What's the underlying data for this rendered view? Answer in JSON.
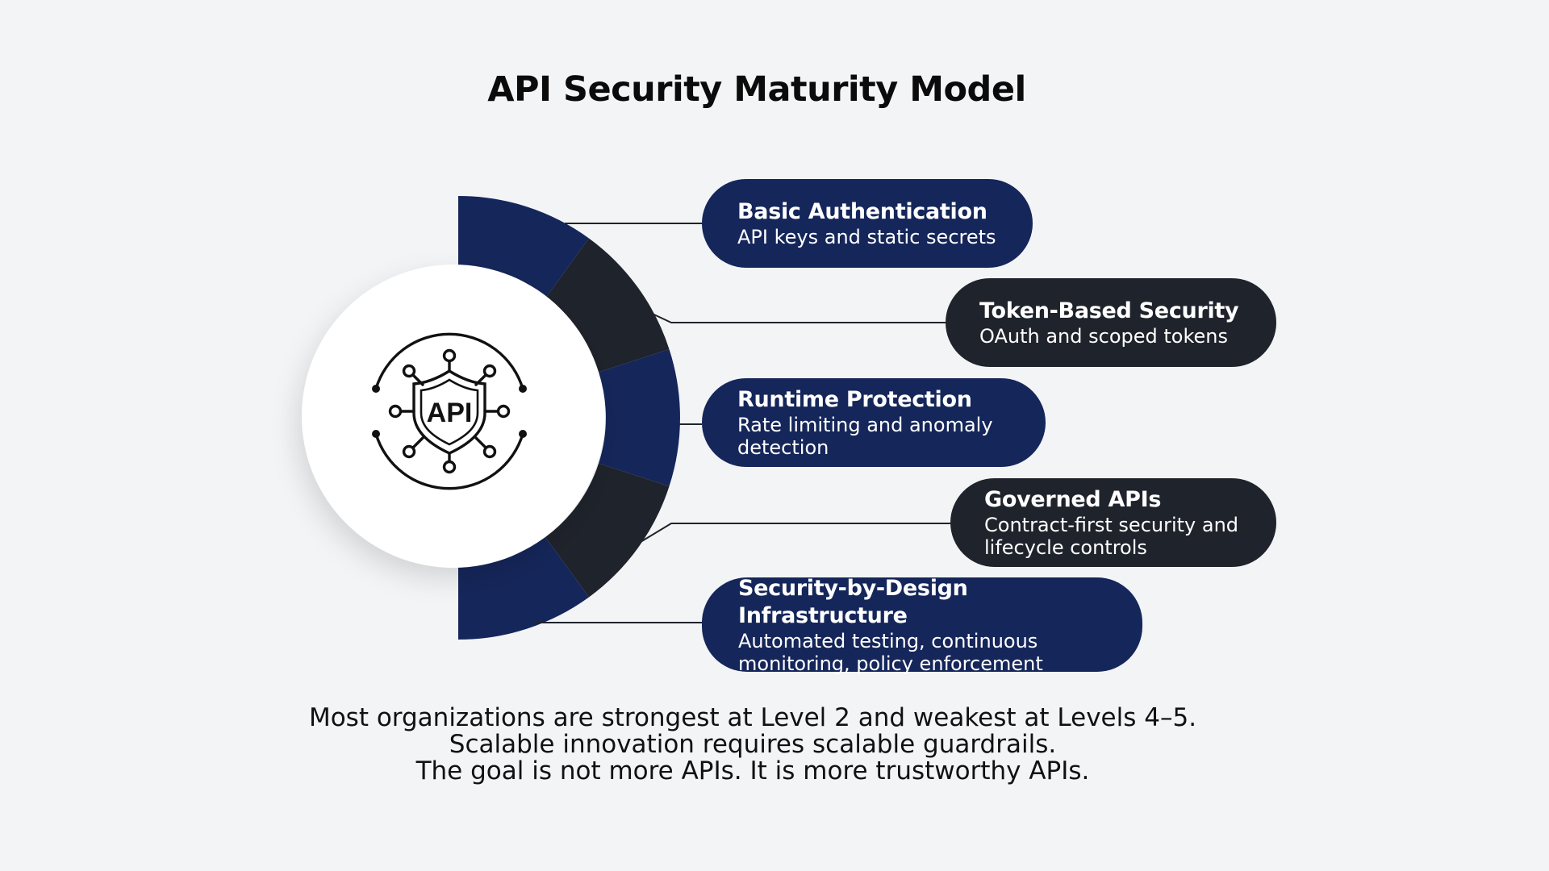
{
  "title": "API Security Maturity Model",
  "colors": {
    "navy": "#15265a",
    "charcoal": "#1f232b",
    "background": "#f3f4f6"
  },
  "center_icon": {
    "name": "api-shield-network-icon",
    "text": "API"
  },
  "levels": [
    {
      "heading": "Basic Authentication",
      "description": "API keys and static secrets",
      "color": "#15265a"
    },
    {
      "heading": "Token-Based Security",
      "description": "OAuth and scoped tokens",
      "color": "#1f232b"
    },
    {
      "heading": "Runtime Protection",
      "description": "Rate limiting and anomaly detection",
      "color": "#15265a"
    },
    {
      "heading": "Governed APIs",
      "description": "Contract-first security and lifecycle controls",
      "color": "#1f232b"
    },
    {
      "heading": "Security-by-Design Infrastructure",
      "description": "Automated testing, continuous monitoring, policy enforcement",
      "color": "#15265a"
    }
  ],
  "footer": {
    "line1": "Most organizations are strongest at Level 2 and weakest at Levels 4–5.",
    "line2": "Scalable innovation requires scalable guardrails.",
    "line3": "The goal is not more APIs. It is more trustworthy APIs."
  }
}
